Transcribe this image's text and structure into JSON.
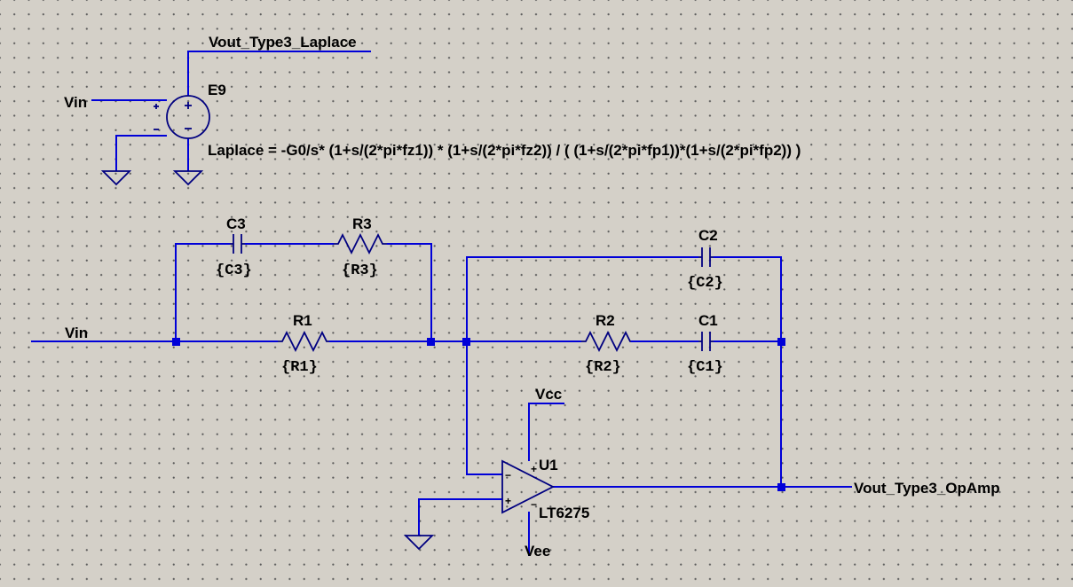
{
  "netlabels": {
    "laplace_output": "Vout_Type3_Laplace",
    "vin_top": "Vin",
    "vin_bottom": "Vin",
    "vcc": "Vcc",
    "vee": "Vee",
    "opamp_output": "Vout_Type3_OpAmp"
  },
  "e9": {
    "name": "E9",
    "expression": "Laplace = -G0/s* (1+s/(2*pi*fz1)) * (1+s/(2*pi*fz2)) / (  (1+s/(2*pi*fp1))*(1+s/(2*pi*fp2)) )"
  },
  "components": {
    "c3": {
      "name": "C3",
      "value": "{C3}"
    },
    "r3": {
      "name": "R3",
      "value": "{R3}"
    },
    "r1": {
      "name": "R1",
      "value": "{R1}"
    },
    "c2": {
      "name": "C2",
      "value": "{C2}"
    },
    "r2": {
      "name": "R2",
      "value": "{R2}"
    },
    "c1": {
      "name": "C1",
      "value": "{C1}"
    }
  },
  "u1": {
    "name": "U1",
    "model": "LT6275"
  },
  "pin_signs": {
    "plus": "+",
    "minus": "−"
  },
  "colors": {
    "wire": "#0000d8",
    "component": "#000080",
    "background": "#d4d0c8",
    "grid_dot": "#5a5a5a"
  }
}
